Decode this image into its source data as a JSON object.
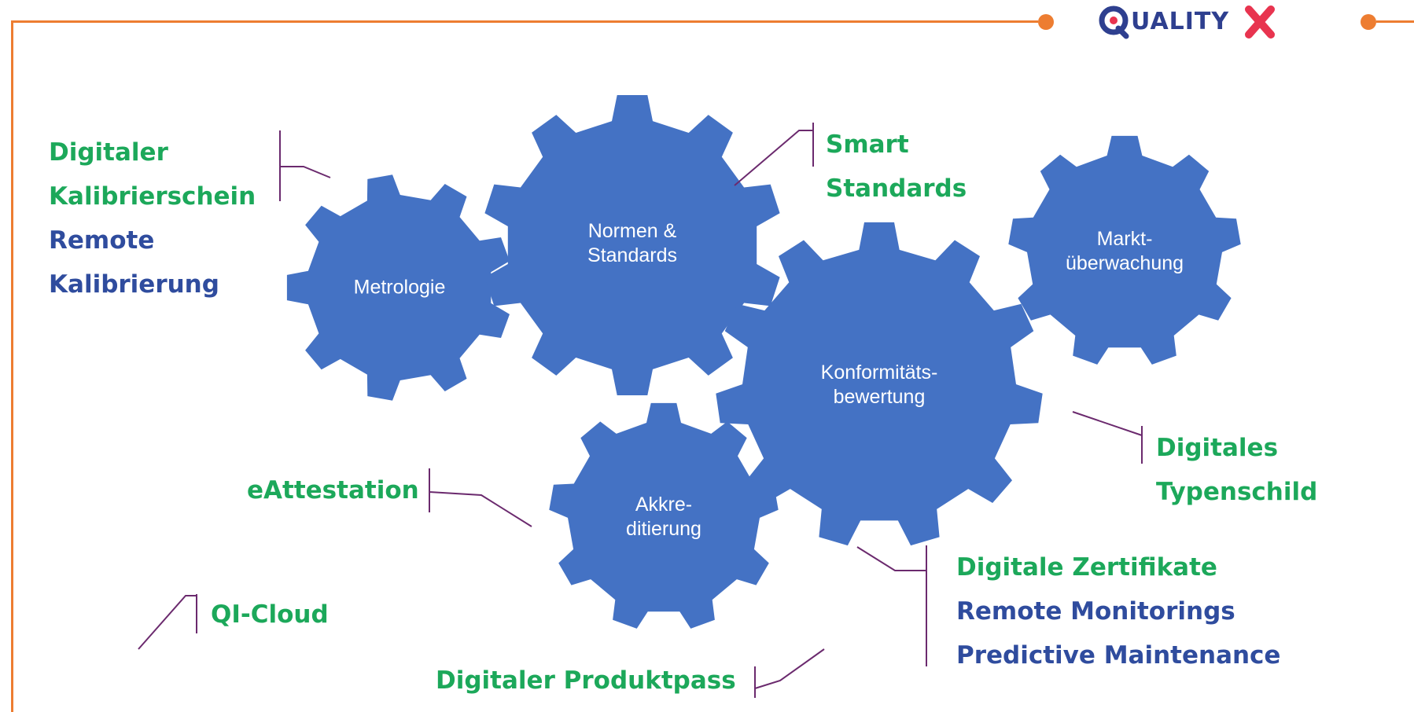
{
  "brand": {
    "logo_text": "UALITY",
    "q_color": "#2E3F8F",
    "x_color": "#E8344F",
    "frame_color": "#ED7D31"
  },
  "colors": {
    "gear": "#4472C4",
    "connector": "#6B2A6E",
    "green_text": "#1CA85A",
    "blue_text": "#2F4C9E"
  },
  "gears": {
    "metrologie": "Metrologie",
    "normen": "Normen &\nStandards",
    "markt": "Markt-\nüberwachung",
    "konformitaet": "Konformitäts-\nbewertung",
    "akkreditierung": "Akkre-\nditierung"
  },
  "labels": {
    "digitaler_kalibrierschein_1": "Digitaler",
    "digitaler_kalibrierschein_2": "Kalibrierschein",
    "remote_kalibrierung_1": "Remote",
    "remote_kalibrierung_2": "Kalibrierung",
    "smart_standards_1": "Smart",
    "smart_standards_2": "Standards",
    "digitales_typenschild_1": "Digitales",
    "digitales_typenschild_2": "Typenschild",
    "eattestation": "eAttestation",
    "qi_cloud": "QI-Cloud",
    "digitale_zertifikate": "Digitale Zertifikate",
    "remote_monitorings": "Remote Monitorings",
    "predictive_maintenance": "Predictive Maintenance",
    "digitaler_produktpass": "Digitaler Produktpass"
  }
}
